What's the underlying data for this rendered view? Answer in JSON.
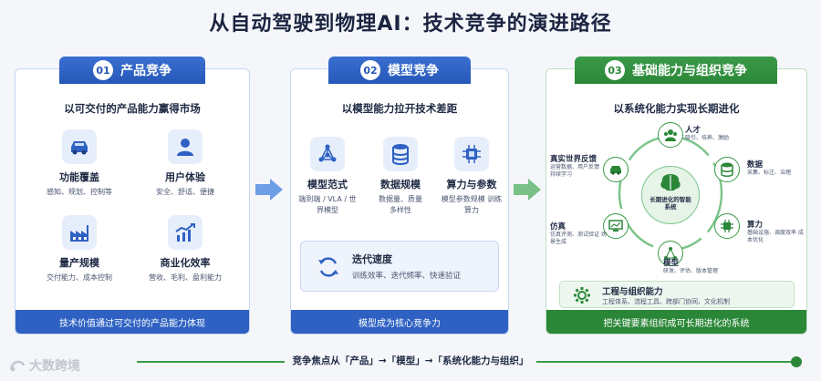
{
  "title": "从自动驾驶到物理AI：技术竞争的演进路径",
  "panels": [
    {
      "num": "01",
      "name": "产品竞争",
      "subtitle": "以可交付的产品能力赢得市场",
      "items": [
        {
          "label": "功能覆盖",
          "desc": "感知、规划、控制等",
          "icon": "car-icon"
        },
        {
          "label": "用户体验",
          "desc": "安全、舒适、便捷",
          "icon": "user-icon"
        },
        {
          "label": "量产规模",
          "desc": "交付能力、成本控制",
          "icon": "factory-icon"
        },
        {
          "label": "商业化效率",
          "desc": "营收、毛利、盈利能力",
          "icon": "growth-chart-icon"
        }
      ],
      "footer": "技术价值通过可交付的产品能力体现"
    },
    {
      "num": "02",
      "name": "模型竞争",
      "subtitle": "以模型能力拉开技术差距",
      "items": [
        {
          "label": "模型范式",
          "desc": "端到端 / VLA / 世界模型",
          "icon": "network-icon"
        },
        {
          "label": "数据规模",
          "desc": "数据量、质量 多样性",
          "icon": "database-icon"
        },
        {
          "label": "算力与参数",
          "desc": "模型参数规模 训练算力",
          "icon": "chip-icon"
        }
      ],
      "iteration": {
        "label": "迭代速度",
        "desc": "训练效率、迭代频率、快速验证",
        "icon": "refresh-icon"
      },
      "footer": "模型成为核心竞争力"
    },
    {
      "num": "03",
      "name": "基础能力与组织竞争",
      "subtitle": "以系统化能力实现长期进化",
      "center": "长期进化的智能系统",
      "nodes": [
        {
          "label": "人才",
          "desc": "吸引、培养、激励",
          "icon": "team-icon"
        },
        {
          "label": "数据",
          "desc": "采集、标注、治理",
          "icon": "database-icon"
        },
        {
          "label": "算力",
          "desc": "基础设施、调度效率 成本优化",
          "icon": "chip-icon"
        },
        {
          "label": "模型",
          "desc": "研发、评估、版本管理",
          "icon": "network-icon"
        },
        {
          "label": "仿真",
          "desc": "仿真评测、测试验证 场景生成",
          "icon": "monitor-icon"
        },
        {
          "label": "真实世界反馈",
          "desc": "运营数据、用户反馈 持续学习",
          "icon": "car-icon"
        }
      ],
      "engineering": {
        "label": "工程与组织能力",
        "desc": "工程体系、流程工具、跨部门协同、文化机制",
        "icon": "gear-icon"
      },
      "footer": "把关键要素组织成可长期进化的系统"
    }
  ],
  "bottom_text": "竞争焦点从「产品」→「模型」→「系统化能力与组织」",
  "logo_text": "大数跨境",
  "colors": {
    "blue": "#2e61c2",
    "green": "#2b8738",
    "light_blue": "#e7eefb"
  }
}
